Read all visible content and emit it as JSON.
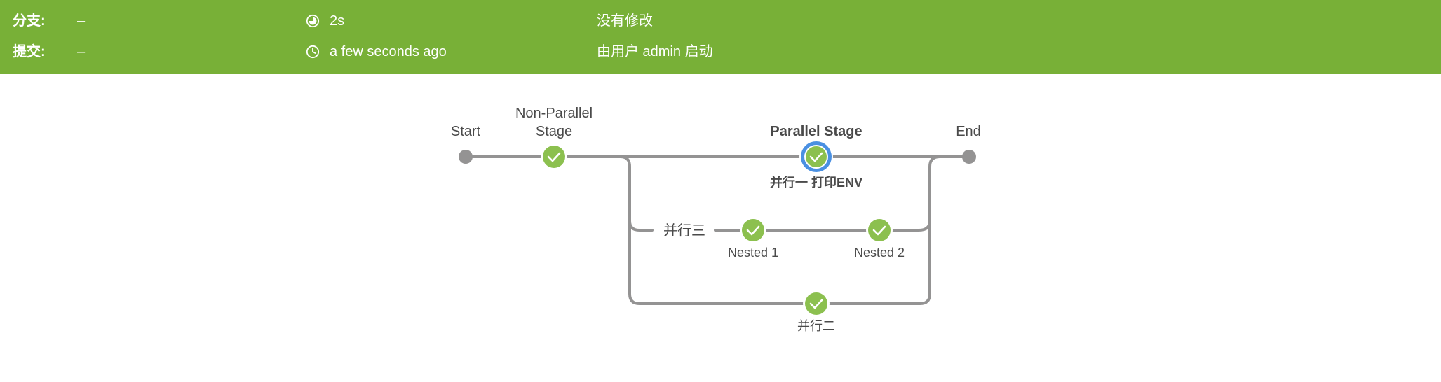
{
  "header": {
    "branch_label": "分支:",
    "branch_value": "–",
    "commit_label": "提交:",
    "commit_value": "–",
    "duration": "2s",
    "start_time": "a few seconds ago",
    "changes": "没有修改",
    "cause": "由用户 admin 启动",
    "bg_color": "#78b037"
  },
  "pipeline": {
    "start_label": "Start",
    "end_label": "End",
    "stage_non_parallel": {
      "line1": "Non-Parallel",
      "line2": "Stage",
      "status": "success"
    },
    "stage_parallel": {
      "label": "Parallel Stage",
      "selected": true
    },
    "branch_1": {
      "label": "并行一 打印ENV",
      "status": "success"
    },
    "branch_3": {
      "label": "并行三",
      "nested": [
        {
          "label": "Nested 1",
          "status": "success"
        },
        {
          "label": "Nested 2",
          "status": "success"
        }
      ]
    },
    "branch_2": {
      "label": "并行二",
      "status": "success"
    },
    "colors": {
      "success": "#8cc04f",
      "connector": "#949393",
      "selected_ring": "#4a90e2"
    }
  }
}
